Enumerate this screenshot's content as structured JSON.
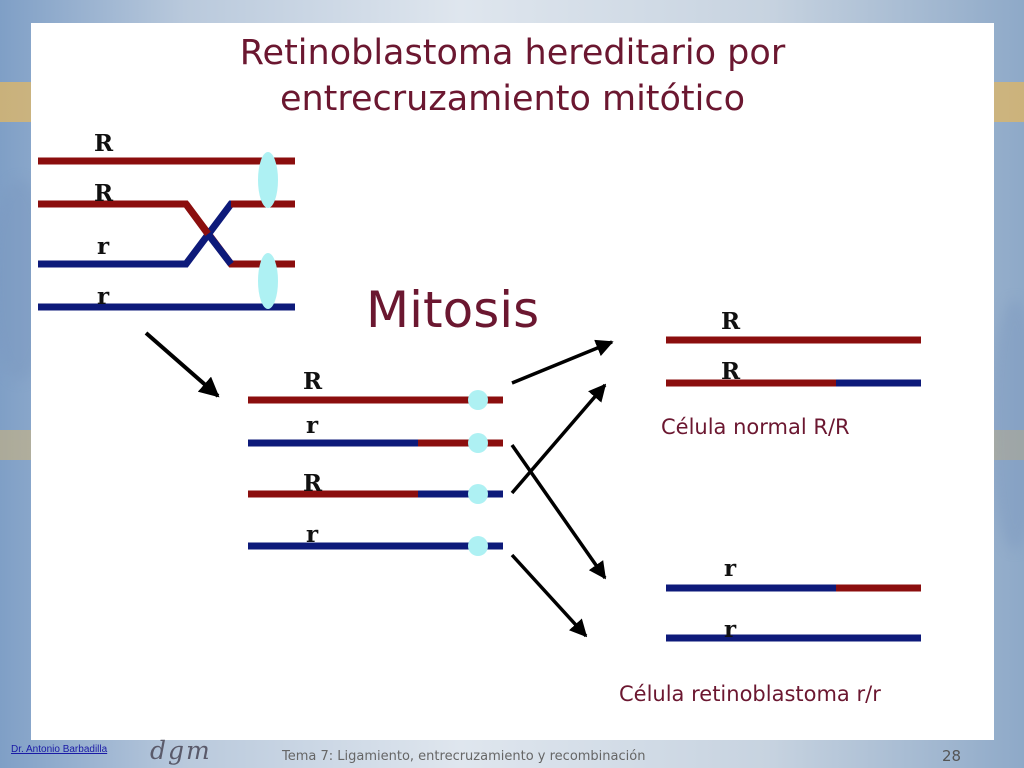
{
  "slide": {
    "title_line1": "Retinoblastoma hereditario por",
    "title_line2": "entrecruzamiento mitótico",
    "mitosis_label": "Mitosis",
    "alleles": {
      "top": [
        "R",
        "R",
        "r",
        "r"
      ],
      "middle": [
        "R",
        "r",
        "R",
        "r"
      ],
      "normal": [
        "R",
        "R"
      ],
      "tumor": [
        "r",
        "r"
      ]
    },
    "caption_normal": "Célula normal R/R",
    "caption_tumor": "Célula retinoblastoma r/r"
  },
  "footer": {
    "author": "Dr. Antonio Barbadilla",
    "logo": "dgm",
    "topic": "Tema 7: Ligamiento, entrecruzamiento y recombinación",
    "page_number": "28"
  },
  "colors": {
    "dominant_allele": "#8b0e0e",
    "recessive_allele": "#0d1a7a",
    "centromere": "#aef1f3",
    "title_text": "#6b1730"
  }
}
